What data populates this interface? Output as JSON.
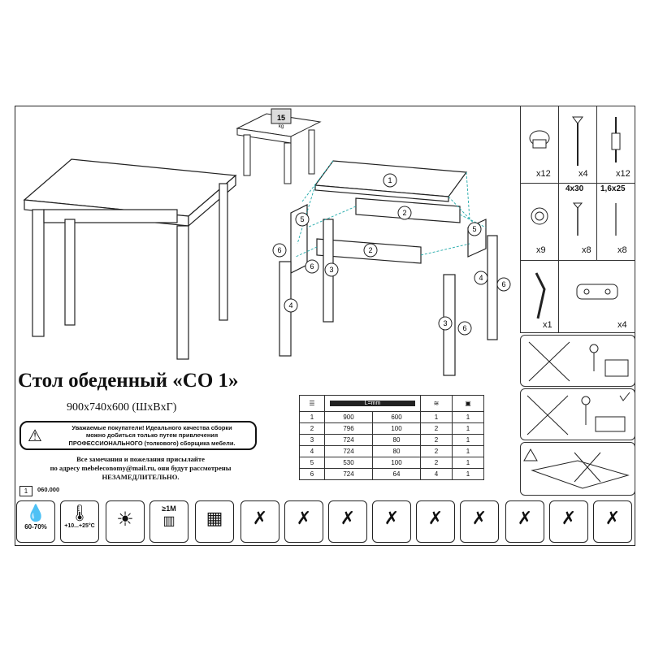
{
  "product": {
    "title": "Стол обеденный «СО 1»",
    "dimensions": "900x740x600 (ШxВxГ)"
  },
  "notice": {
    "line1": "Уважаемые покупатели! Идеального качества сборки",
    "line2": "можно добиться только путем привлечения",
    "line3": "ПРОФЕССИОНАЛЬНОГО (толкового) сборщика мебели."
  },
  "contact": {
    "line1": "Все замечания и пожелания присылайте",
    "line2": "по адресу mebeleconomy@mail.ru, они будут рассмотрены",
    "line3": "НЕЗАМЕДЛИТЕЛЬНО."
  },
  "doc": {
    "page": "1",
    "code": "060.000"
  },
  "load": {
    "value": "15",
    "unit": "kg"
  },
  "parts_table": {
    "ruler_label": "L=mm",
    "rows": [
      {
        "no": "1",
        "l": "900",
        "w": "600",
        "qty": "1",
        "pack": "1"
      },
      {
        "no": "2",
        "l": "796",
        "w": "100",
        "qty": "2",
        "pack": "1"
      },
      {
        "no": "3",
        "l": "724",
        "w": "80",
        "qty": "2",
        "pack": "1"
      },
      {
        "no": "4",
        "l": "724",
        "w": "80",
        "qty": "2",
        "pack": "1"
      },
      {
        "no": "5",
        "l": "530",
        "w": "100",
        "qty": "2",
        "pack": "1"
      },
      {
        "no": "6",
        "l": "724",
        "w": "64",
        "qty": "4",
        "pack": "1"
      }
    ]
  },
  "hardware": {
    "row1": [
      "x12",
      "x4",
      "x12"
    ],
    "size_labels": [
      "4x30",
      "1,6x25"
    ],
    "row2": [
      "x9",
      "x8",
      "x8"
    ],
    "row3": [
      "x1",
      "x4"
    ]
  },
  "assembly_labels": [
    "1",
    "2",
    "2",
    "3",
    "3",
    "4",
    "4",
    "5",
    "5",
    "6",
    "6",
    "6",
    "6"
  ],
  "care_icons": {
    "humidity": "60-70%",
    "temperature": "+10...+25°C",
    "distance": "≥1M"
  }
}
